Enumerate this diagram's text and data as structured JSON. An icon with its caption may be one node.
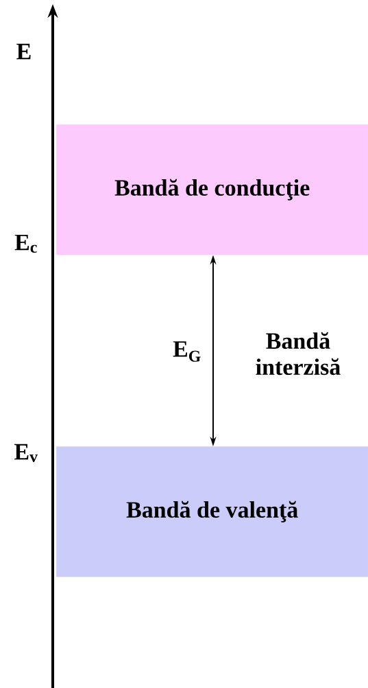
{
  "diagram": {
    "nodes": [
      {
        "text": [
          "Bandă de conducţie"
        ]
      },
      {
        "text": [
          "Bandă de valenţă"
        ]
      }
    ],
    "edges": [
      {
        "from": 1,
        "to": 0,
        "arrow": "both",
        "label": "E$_{G}$"
      }
    ],
    "labels": [
      "E",
      "E$_{c}$",
      "Bandă interzisă",
      "E$_{v}$"
    ]
  }
}
